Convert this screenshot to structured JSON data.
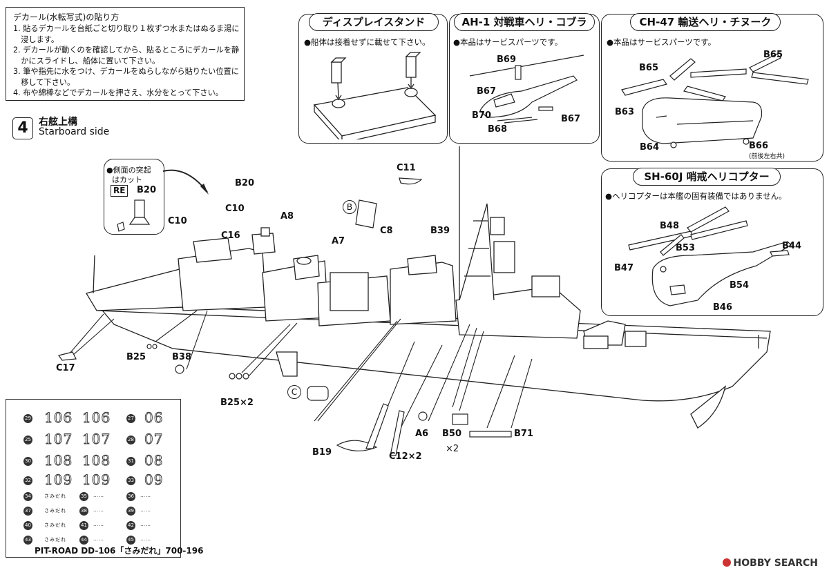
{
  "decal_instructions": {
    "title": "デカール(水転写式)の貼り方",
    "steps": [
      "1. 貼るデカールを台紙ごと切り取り１枚ずつ水またはぬるま湯に",
      "　浸します。",
      "2. デカールが動くのを確認してから、貼るところにデカールを静",
      "　かにスライドし、船体に置いて下さい。",
      "3. 筆や指先に水をつけ、デカールをぬらしながら貼りたい位置に",
      "　移して下さい。",
      "4. 布や綿棒などでデカールを押さえ、水分をとって下さい。"
    ]
  },
  "step": {
    "number": "4",
    "title_jp": "右舷上構",
    "title_en": "Starboard side"
  },
  "display_stand": {
    "title": "ディスプレイスタンド",
    "note": "●船体は接着せずに載せて下さい。"
  },
  "ah1": {
    "title": "AH-1 対戦車ヘリ・コブラ",
    "note": "●本品はサービスパーツです。",
    "parts": [
      "B69",
      "B67",
      "B70",
      "B68",
      "B67"
    ]
  },
  "ch47": {
    "title": "CH-47 輸送ヘリ・チヌーク",
    "note": "●本品はサービスパーツです。",
    "parts": [
      "B65",
      "B65",
      "B63",
      "B64",
      "B66"
    ],
    "b66_note": "(前後左右共)"
  },
  "sh60j": {
    "title": "SH-60J 哨戒ヘリコプター",
    "note": "●ヘリコプターは本艦の固有装備ではありません。",
    "parts": [
      "B48",
      "B53",
      "B44",
      "B47",
      "B54",
      "B46"
    ]
  },
  "callout": {
    "text_line1": "●側面の突起",
    "text_line2": "はカット",
    "re_label": "RE",
    "part": "B20"
  },
  "ship_parts": {
    "b20": "B20",
    "c11": "C11",
    "c10a": "C10",
    "c10b": "C10",
    "a8": "A8",
    "b_circle": "B",
    "c16": "C16",
    "a7": "A7",
    "c8": "C8",
    "b39": "B39",
    "c17": "C17",
    "b25": "B25",
    "b38": "B38",
    "b25x2": "B25×2",
    "c_circle": "C",
    "b19": "B19",
    "c12x2": "C12×2",
    "a6": "A6",
    "b50": "B50",
    "x2": "×2",
    "b71": "B71"
  },
  "decal_sheet": {
    "rows": [
      {
        "n1": "29",
        "a": "106",
        "b": "106",
        "n2": "27",
        "c": "06"
      },
      {
        "n1": "25",
        "a": "107",
        "b": "107",
        "n2": "28",
        "c": "07"
      },
      {
        "n1": "30",
        "a": "108",
        "b": "108",
        "n2": "31",
        "c": "08"
      },
      {
        "n1": "32",
        "a": "109",
        "b": "109",
        "n2": "33",
        "c": "09"
      }
    ],
    "small_rows": [
      {
        "n1": "34",
        "t1": "さみだれ",
        "n2": "35",
        "t2": "……",
        "n3": "36",
        "t3": "……"
      },
      {
        "n1": "37",
        "t1": "さみだれ",
        "n2": "38",
        "t2": "……",
        "n3": "39",
        "t3": "……"
      },
      {
        "n1": "40",
        "t1": "さみだれ",
        "n2": "41",
        "t2": "……",
        "n3": "42",
        "t3": "……"
      },
      {
        "n1": "43",
        "t1": "さみだれ",
        "n2": "44",
        "t2": "……",
        "n3": "45",
        "t3": "……"
      }
    ]
  },
  "footer": {
    "credit": "PIT-ROAD DD-106「さみだれ」700-196",
    "watermark": "HOBBY SEARCH"
  },
  "colors": {
    "line": "#222222",
    "background": "#ffffff"
  }
}
